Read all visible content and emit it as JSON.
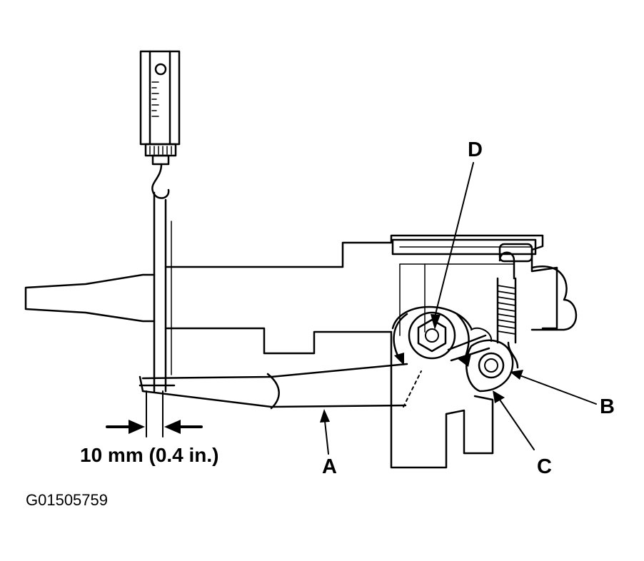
{
  "labels": {
    "a": "A",
    "b": "B",
    "c": "C",
    "d": "D"
  },
  "measurement": "10 mm (0.4 in.)",
  "figure_id": "G01505759",
  "colors": {
    "ink": "#000000",
    "paper": "#ffffff"
  }
}
